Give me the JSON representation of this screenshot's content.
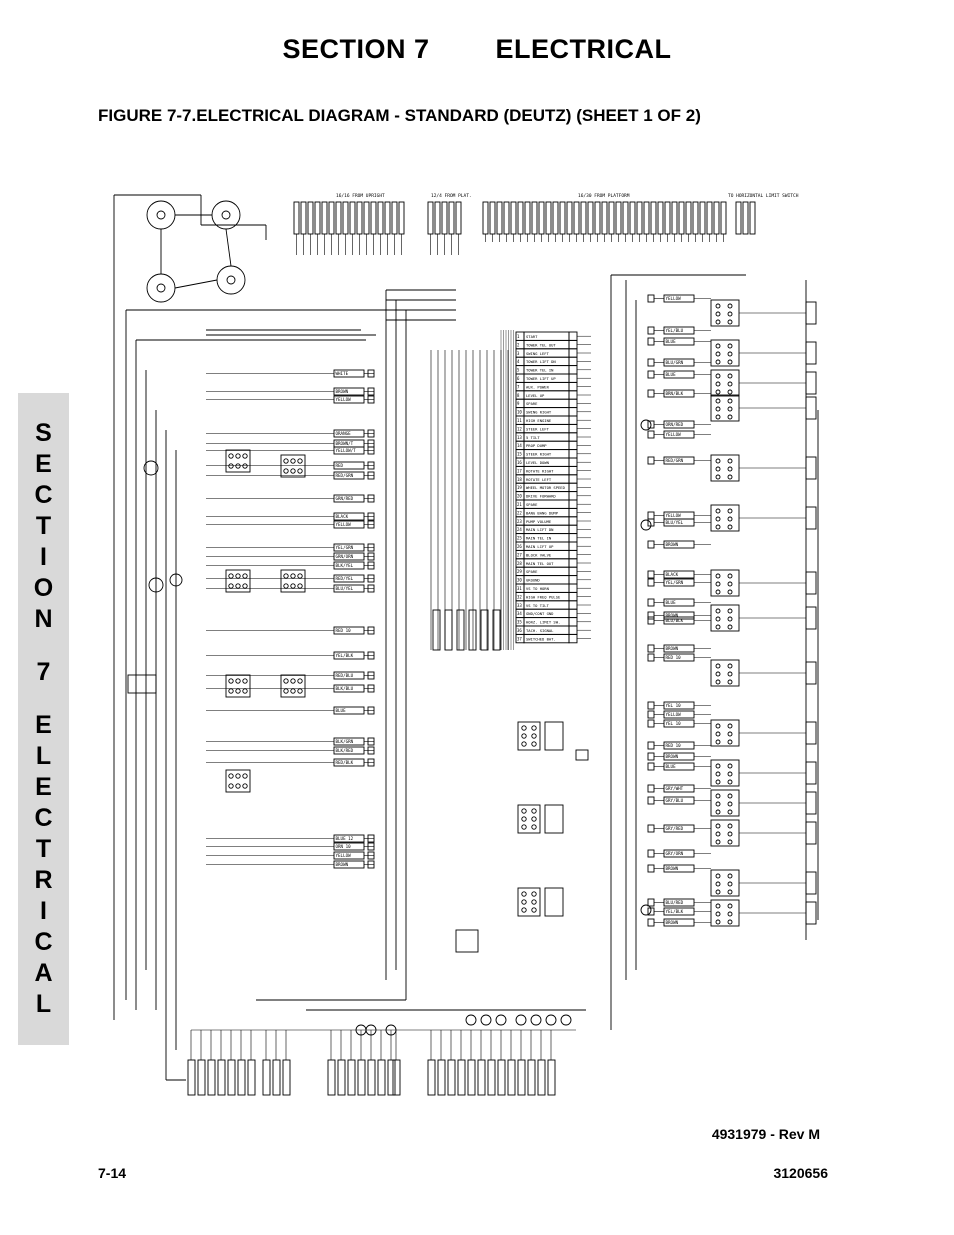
{
  "header": {
    "section_label": "SECTION 7",
    "section_name": "ELECTRICAL"
  },
  "figure": {
    "title": "FIGURE 7-7.ELECTRICAL DIAGRAM - STANDARD (DEUTZ) (SHEET 1 OF 2)"
  },
  "side_tab": {
    "letters": [
      "S",
      "E",
      "C",
      "T",
      "I",
      "O",
      "N",
      " ",
      "7",
      " ",
      "E",
      "L",
      "E",
      "C",
      "T",
      "R",
      "I",
      "C",
      "A",
      "L"
    ]
  },
  "footer": {
    "doc_number": "4931979 - Rev M",
    "page_number": "7-14",
    "manual_number": "3120656"
  },
  "diagram": {
    "top_labels": [
      "16/16 FROM UPRIGHT",
      "12/4 FROM PLAT.",
      "16/30 FROM PLATFORM",
      "TO HORIZONTAL LIMIT SWITCH"
    ],
    "left_wire_labels": [
      "WHITE",
      "BROWN",
      "YELLOW",
      "ORANGE",
      "BROWN/T",
      "YELLOW/T",
      "RED",
      "RED/GRN",
      "GRN/RED",
      "BLACK",
      "YELLOW",
      "YEL/GRN",
      "GRN/ORN",
      "BLK/YEL",
      "RED/YEL",
      "BLU/YEL",
      "RED 10",
      "YEL/BLK",
      "RED/BLU",
      "BLK/BLU",
      "BLUE",
      "BLK/GRN",
      "BLK/RED",
      "RED/BLK",
      "BLUE 12",
      "ORN 10",
      "YELLOW",
      "BROWN"
    ],
    "terminal_labels": [
      "START",
      "TOWER TEL OUT",
      "SWING LEFT",
      "TOWER LIFT DN",
      "TOWER TEL IN",
      "TOWER LIFT UP",
      "AUX. POWER",
      "LEVEL UP",
      "SPARE",
      "SWING RIGHT",
      "HIGH ENGINE",
      "STEER LEFT",
      "5 TILT",
      "PROP DUMP",
      "STEER RIGHT",
      "LEVEL DOWN",
      "ROTATE RIGHT",
      "ROTATE LEFT",
      "WHEEL MOTOR SPEED",
      "DRIVE FORWARD",
      "SPARE",
      "BANG BANG DUMP",
      "PUMP VOLUME",
      "MAIN LIFT DN",
      "MAIN TEL IN",
      "MAIN LIFT UP",
      "BLOCK VALVE",
      "MAIN TEL OUT",
      "SPARE",
      "GROUND",
      "VS TO HORN",
      "HIGH FREQ PULSE",
      "VS TO TILT",
      "GND/CONT GND",
      "HORZ. LIMIT SW.",
      "TACH. SIGNAL",
      "SWITCHED BAT."
    ],
    "right_wire_labels": [
      "YELLOW",
      "YEL/BLU",
      "BLUE",
      "BLU/GRN",
      "BLUE",
      "BRN/BLK",
      "ORN/RED",
      "YELLOW",
      "RED/GRN",
      "BLU/YEL",
      "YELLOW",
      "BROWN",
      "BLACK",
      "YEL/GRN",
      "BLUE",
      "BROWN",
      "BLU/BLK",
      "BROWN",
      "RED 10",
      "YEL 10",
      "YELLOW",
      "YEL 10",
      "RED 10",
      "BROWN",
      "BLUE",
      "GRY/WHT",
      "GRY/BLU",
      "GRY/RED",
      "GRY/ORN",
      "BROWN",
      "BLU/RED",
      "YEL/BLK",
      "BROWN"
    ]
  }
}
